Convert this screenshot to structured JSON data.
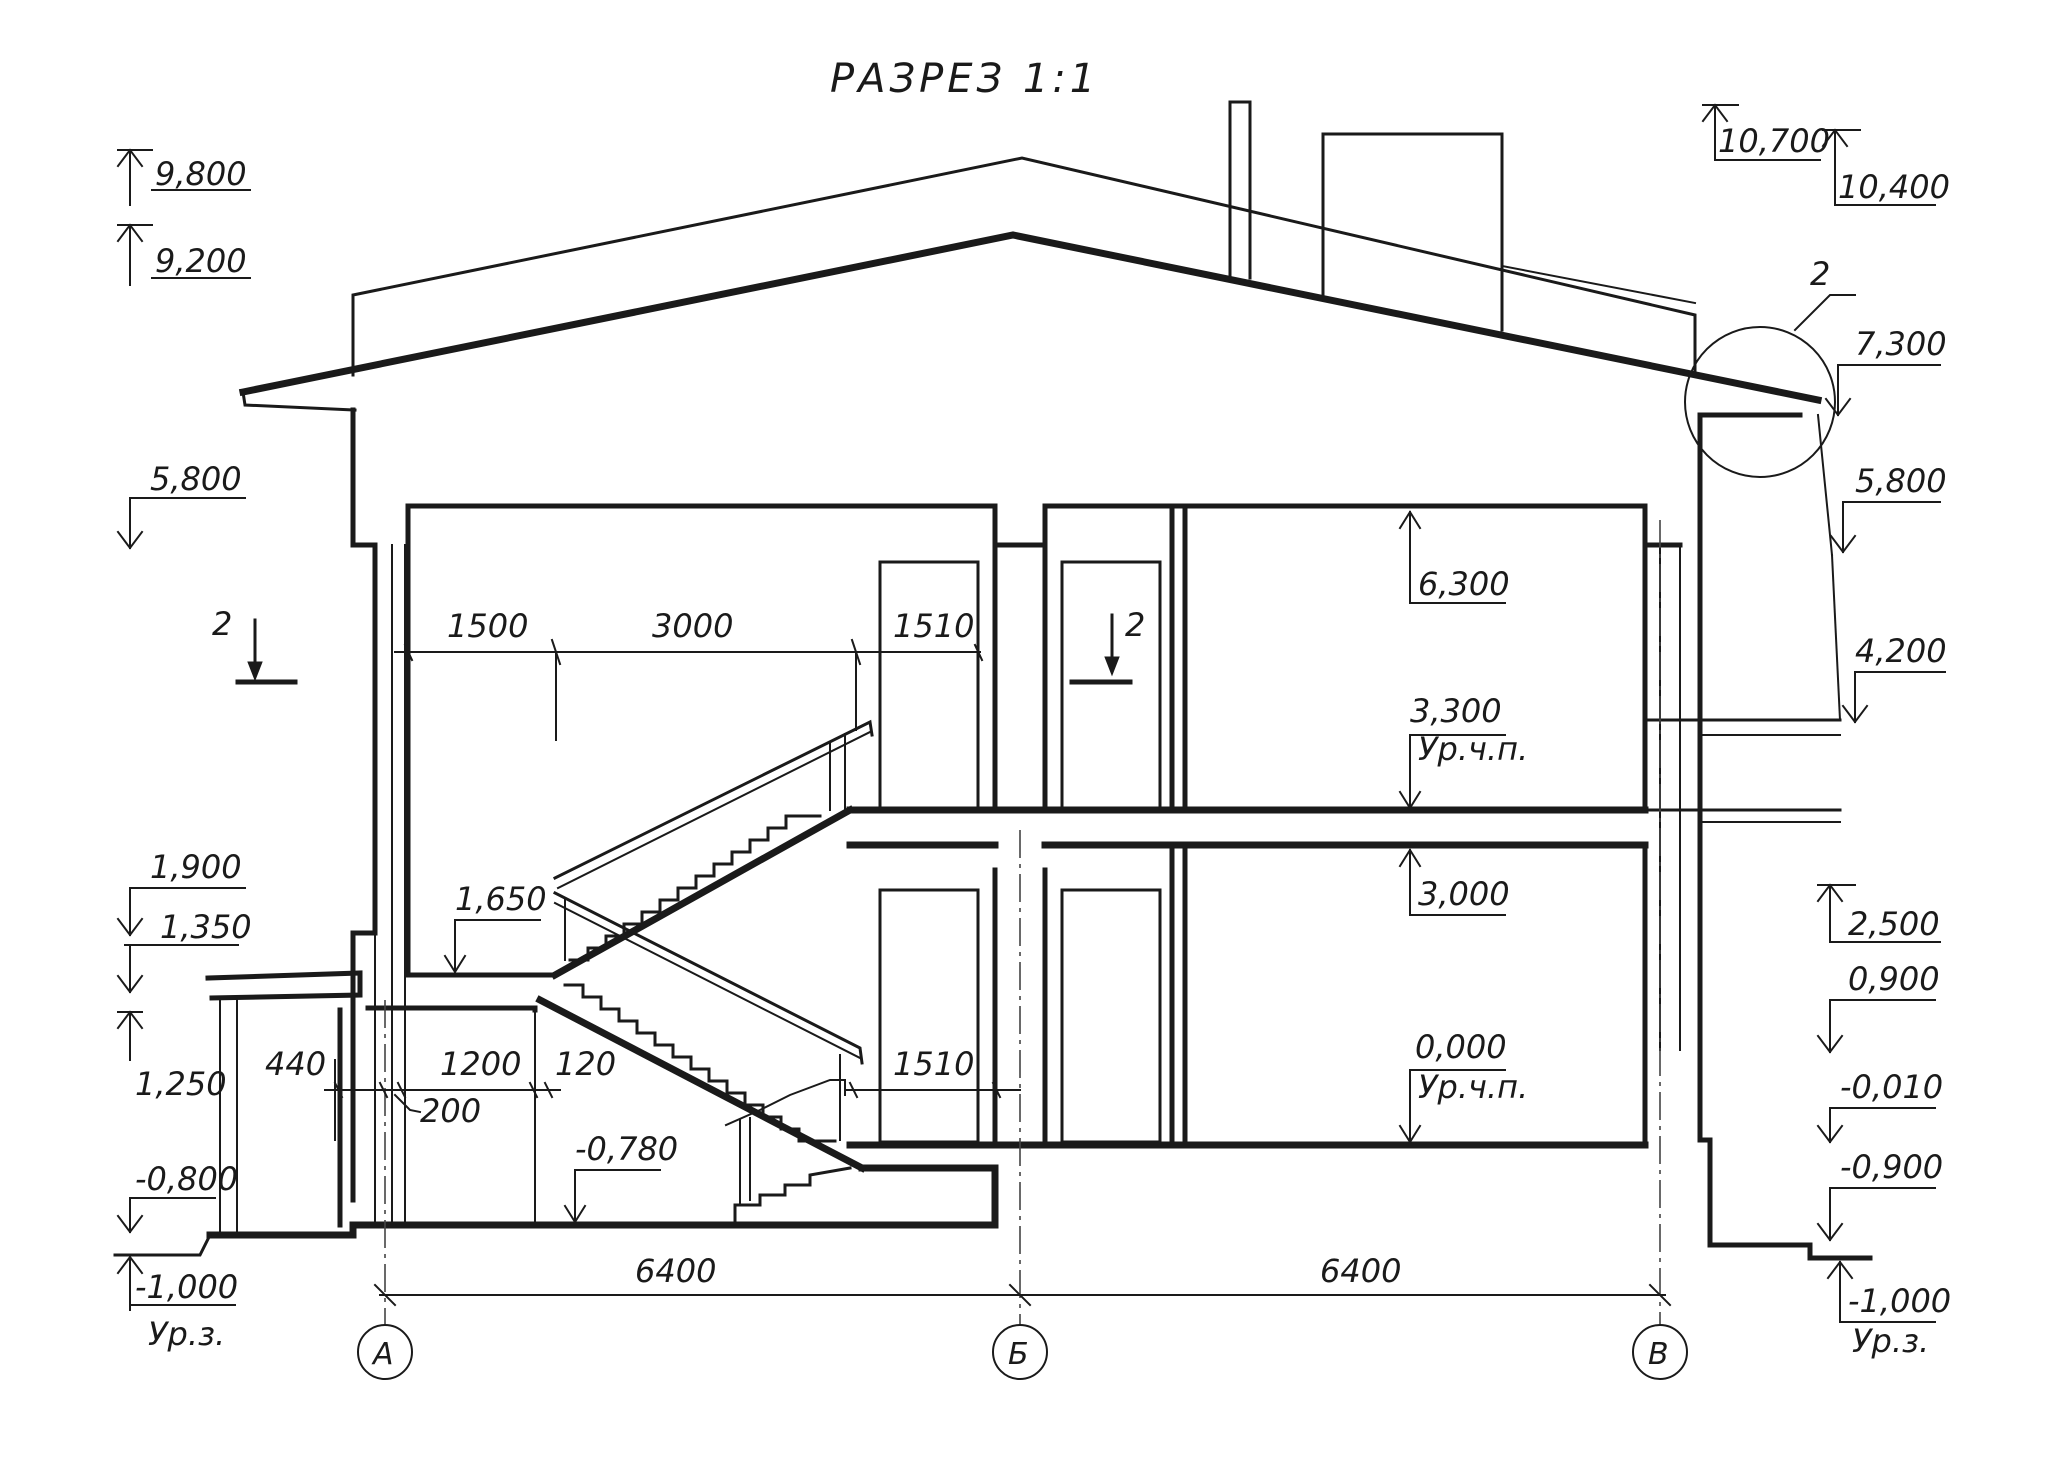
{
  "title": "РАЗРЕЗ 1:1",
  "left_elevations": {
    "e9800": "9,800",
    "e9200": "9,200",
    "e5800": "5,800",
    "e1900": "1,900",
    "e1350": "1,350",
    "e1250": "1,250",
    "em0800": "-0,800",
    "em1000": "-1,000",
    "ground": "Ур.з."
  },
  "right_elevations": {
    "e10700": "10,700",
    "e10400": "10,400",
    "e7300": "7,300",
    "e5800": "5,800",
    "e4200": "4,200",
    "e2500": "2,500",
    "e0900": "0,900",
    "em0010": "-0,010",
    "em0900": "-0,900",
    "em1000": "-1,000",
    "ground": "Ур.з."
  },
  "interior": {
    "e6300": "6,300",
    "e3300": "3,300",
    "floor_upper": "Ур.ч.п.",
    "e3000": "3,000",
    "e0000": "0,000",
    "floor_lower": "Ур.ч.п.",
    "e1650": "1,650",
    "em0780": "-0,780"
  },
  "dimensions": {
    "d1500": "1500",
    "d3000": "3000",
    "d1510_top": "1510",
    "d440": "440",
    "d1200": "1200",
    "d120": "120",
    "d200": "200",
    "d1510_bottom": "1510",
    "span_left": "6400",
    "span_right": "6400"
  },
  "section_marks": {
    "left": "2",
    "center": "2",
    "detail": "2"
  },
  "axes": [
    "А",
    "Б",
    "В"
  ]
}
